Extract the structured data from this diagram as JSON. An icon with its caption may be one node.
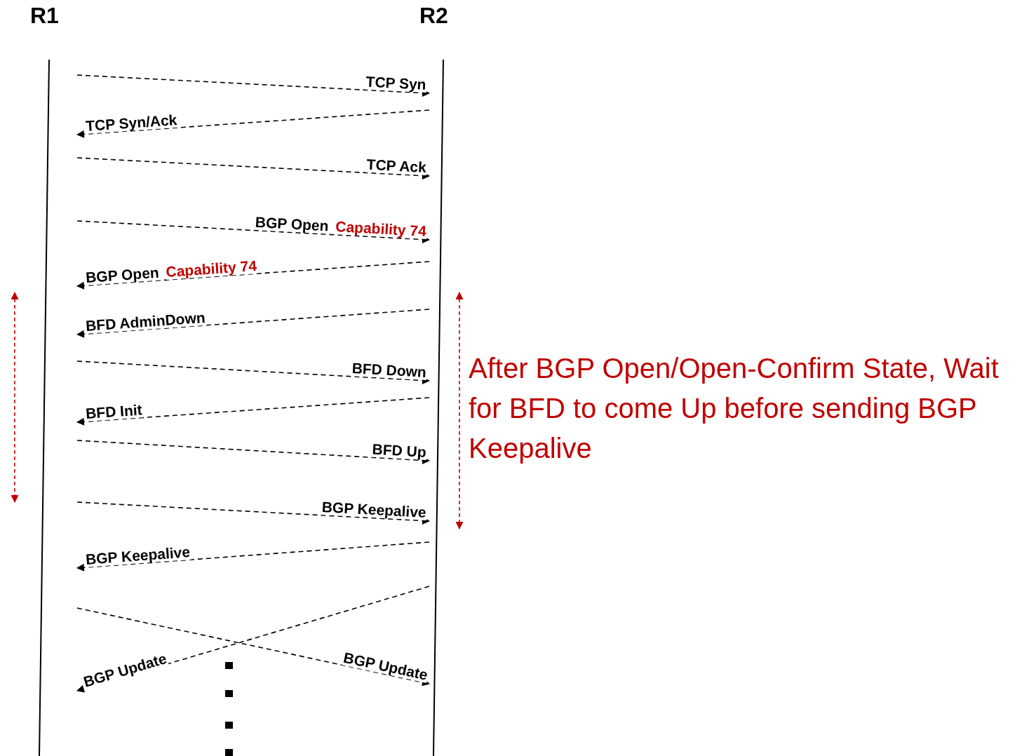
{
  "diagram": {
    "nodes": [
      {
        "text": [
          "R1"
        ]
      },
      {
        "text": [
          "R2"
        ]
      }
    ],
    "edges": [
      {
        "from": 0,
        "to": 1,
        "arrow": "to",
        "label": "TCP Syn",
        "style": "dashed"
      },
      {
        "from": 1,
        "to": 0,
        "arrow": "to",
        "label": "TCP Syn/Ack",
        "style": "dashed"
      },
      {
        "from": 0,
        "to": 1,
        "arrow": "to",
        "label": "TCP Ack",
        "style": "dashed"
      },
      {
        "from": 0,
        "to": 1,
        "arrow": "to",
        "label": "BGP Open",
        "style": "dashed"
      },
      {
        "from": 1,
        "to": 0,
        "arrow": "to",
        "label": "BGP Open",
        "style": "dashed"
      },
      {
        "from": 1,
        "to": 0,
        "arrow": "to",
        "label": "BFD AdminDown",
        "style": "dashed"
      },
      {
        "from": 0,
        "to": 1,
        "arrow": "to",
        "label": "BFD Down",
        "style": "dashed"
      },
      {
        "from": 1,
        "to": 0,
        "arrow": "to",
        "label": "BFD Init",
        "style": "dashed"
      },
      {
        "from": 0,
        "to": 1,
        "arrow": "to",
        "label": "BFD Up",
        "style": "dashed"
      },
      {
        "from": 0,
        "to": 1,
        "arrow": "to",
        "label": "BGP Keepalive",
        "style": "dashed"
      },
      {
        "from": 1,
        "to": 0,
        "arrow": "to",
        "label": "BGP Keepalive",
        "style": "dashed"
      },
      {
        "from": 0,
        "to": 1,
        "arrow": "to",
        "label": "BGP Update",
        "style": "dashed"
      },
      {
        "from": 1,
        "to": 0,
        "arrow": "to",
        "label": "BGP Update",
        "style": "dashed"
      }
    ],
    "labels": [
      "Capability 74",
      "Capability 74",
      "After BGP Open/Open-Confirm State, Wait for BFD to come Up before sending BGP Keepalive"
    ]
  }
}
